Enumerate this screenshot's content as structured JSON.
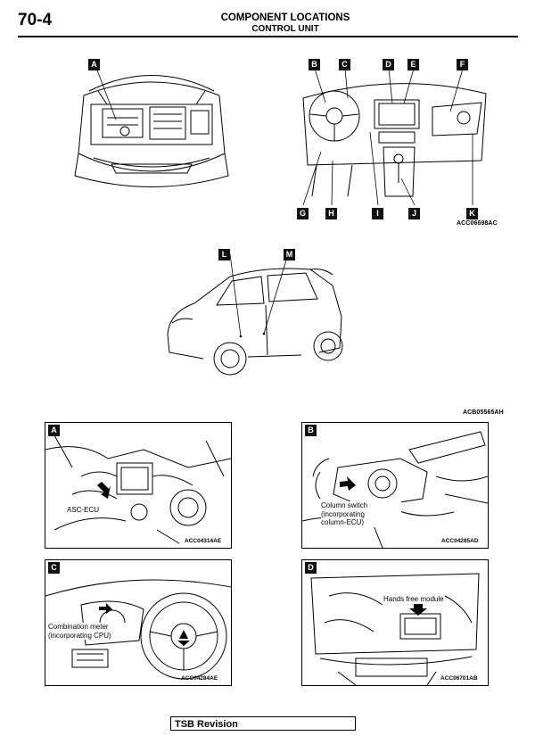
{
  "header": {
    "page_number": "70-4",
    "title": "COMPONENT LOCATIONS",
    "subtitle": "CONTROL UNIT"
  },
  "overview": {
    "engine_callout": "A",
    "dash_callouts": {
      "b": "B",
      "c": "C",
      "d": "D",
      "e": "E",
      "f": "F",
      "g": "G",
      "h": "H",
      "i": "I",
      "j": "J",
      "k": "K"
    },
    "dash_code": "ACC06698AC",
    "car_callouts": {
      "l": "L",
      "m": "M"
    },
    "car_code": "ACB05565AH"
  },
  "panels": {
    "a": {
      "letter": "A",
      "label": "ASC-ECU",
      "code": "ACC04314AE"
    },
    "b": {
      "letter": "B",
      "label_lines": [
        "Column switch",
        "(incorporating",
        "column-ECU)"
      ],
      "code": "ACC04285AD"
    },
    "c": {
      "letter": "C",
      "label_lines": [
        "Combination meter",
        "(incorporating CPU)"
      ],
      "code": "ACC04284AE"
    },
    "d": {
      "letter": "D",
      "label": "Hands free module",
      "code": "ACC06701AB"
    }
  },
  "footer": {
    "label": "TSB Revision"
  }
}
